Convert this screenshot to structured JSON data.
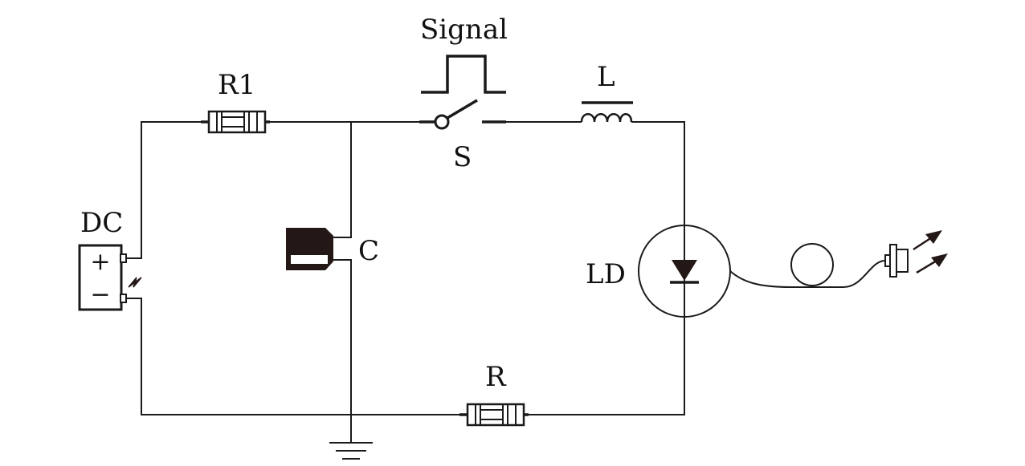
{
  "diagram": {
    "labels": {
      "signal": "Signal",
      "r1": "R1",
      "l": "L",
      "s": "S",
      "dc": "DC",
      "plus": "+",
      "minus": "−",
      "c": "C",
      "ld": "LD",
      "r": "R"
    },
    "icons": [
      "battery-icon",
      "resistor-icon",
      "capacitor-icon",
      "switch-icon",
      "inductor-icon",
      "laser-diode-icon",
      "fiber-coil-icon",
      "fiber-connector-icon",
      "light-emission-icon",
      "ground-icon",
      "pulse-signal-icon",
      "spark-icon"
    ],
    "colors": {
      "line": "#1a1a1a",
      "fill": "#231815",
      "background": "#ffffff"
    }
  }
}
